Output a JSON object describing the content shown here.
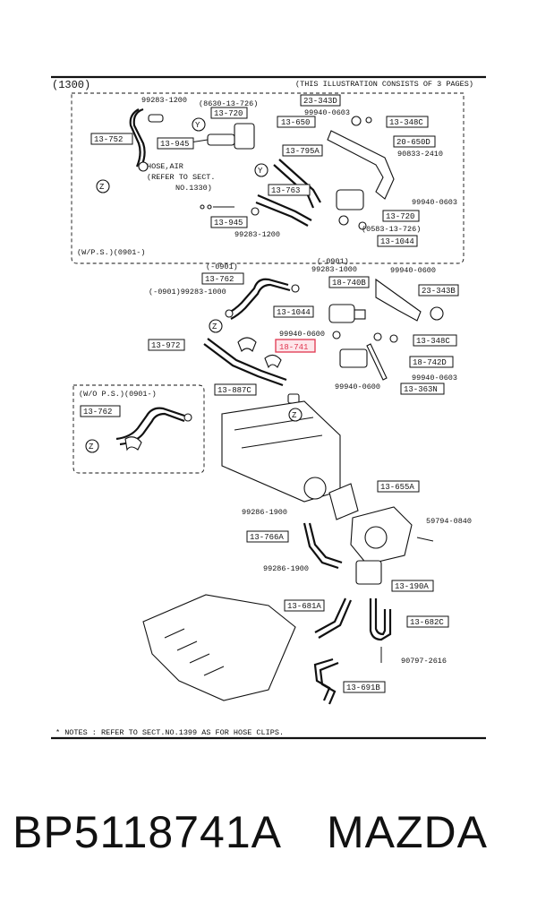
{
  "header": {
    "section": "(1300)",
    "note": "(THIS ILLUSTRATION CONSISTS OF  3 PAGES)"
  },
  "group1": {
    "label": "(W/P.S.)(0901-)",
    "hose_air_note": [
      "HOSE,AIR",
      "(REFER TO SECT.",
      "NO.1330)"
    ]
  },
  "group2": {
    "label": "(W/O P.S.)(0901-)"
  },
  "callouts": {
    "c_13_752_top": "13-752",
    "c_13_945_top": "13-945",
    "c_13_720_top": "13-720",
    "c_8630": "(8630-13-726)",
    "c_99283_1200_top": "99283-1200",
    "c_23_343d": "23-343D",
    "c_99940_0603_top": "99940-0603",
    "c_13_650": "13-650",
    "c_13_348c_top": "13-348C",
    "c_13_795a": "13-795A",
    "c_20_650d": "20-650D",
    "c_90833_2410": "90833-2410",
    "c_13_763": "13-763",
    "c_99940_0603_r": "99940-0603",
    "c_13_945_bot": "13-945",
    "c_99283_1200_bot": "99283-1200",
    "c_13_720_bot": "13-720",
    "c_0583_13_726": "(0583-13-726)",
    "c_13_1044_top": "13-1044",
    "c_0901_a": "(-0901)",
    "c_0901_b": "(-0901)",
    "c_99283_1000_a": "99283-1000",
    "c_13_762_a": "13-762",
    "c_0901_99283": "(-0901)99283-1000",
    "c_18_740b": "18-740B",
    "c_99940_0600_tr": "99940-0600",
    "c_23_343b": "23-343B",
    "c_13_1044_mid": "13-1044",
    "c_99940_0600_mid": "99940-0600",
    "c_18_741": "18-741",
    "c_13_972": "13-972",
    "c_13_348c_mid": "13-348C",
    "c_18_742d": "18-742D",
    "c_99940_0603_mid": "99940-0603",
    "c_99940_0600_low": "99940-0600",
    "c_13_363n": "13-363N",
    "c_13_887c": "13-887C",
    "c_13_762_b": "13-762",
    "c_13_655a": "13-655A",
    "c_99286_1900_a": "99286-1900",
    "c_59794_0840": "59794-0840",
    "c_13_766a": "13-766A",
    "c_99286_1900_b": "99286-1900",
    "c_13_190a": "13-190A",
    "c_13_681a": "13-681A",
    "c_13_682c": "13-682C",
    "c_90797_2616": "90797-2616",
    "c_13_691b": "13-691B"
  },
  "markers": {
    "y": "Y",
    "z": "Z"
  },
  "footer_note": "* NOTES : REFER TO SECT.NO.1399 AS FOR HOSE CLIPS.",
  "part_number": "BP5118741A",
  "brand": "MAZDA",
  "colors": {
    "highlight": "#e0354f",
    "line": "#111111",
    "background": "#ffffff"
  }
}
